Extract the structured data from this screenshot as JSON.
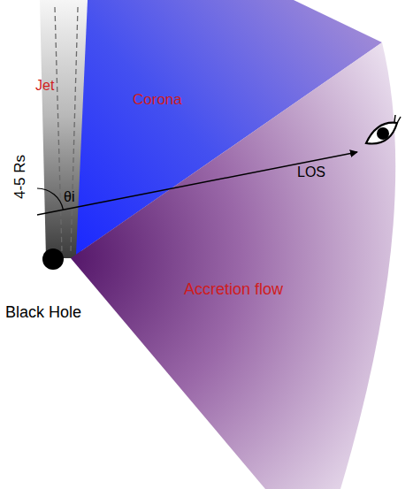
{
  "diagram": {
    "nodes": [
      {
        "text": [
          "Jet"
        ]
      },
      {
        "text": [
          "Corona"
        ]
      },
      {
        "text": [
          "Accretion flow"
        ]
      },
      {
        "text": [
          "Black Hole"
        ]
      }
    ],
    "labels": [
      "4-5 Rs",
      "θi",
      "LOS"
    ]
  }
}
